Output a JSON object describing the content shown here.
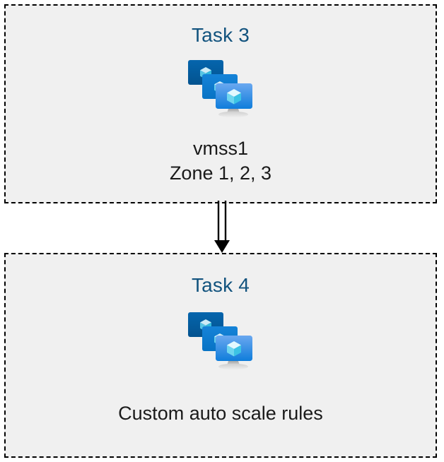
{
  "diagram": {
    "title_color": "#12537e",
    "box_fill": "#f0f0f0",
    "box_border_color": "#000000",
    "page_background": "#ffffff",
    "arrow_color": "#000000",
    "boxes": [
      {
        "id": "task-3",
        "title": "Task 3",
        "icon": "vmss-icon",
        "caption_lines": [
          "vmss1",
          "Zone 1, 2, 3"
        ]
      },
      {
        "id": "task-4",
        "title": "Task 4",
        "icon": "vmss-icon",
        "caption_lines": [
          "Custom auto scale rules"
        ]
      }
    ],
    "connector": {
      "name": "double-line-arrow",
      "from": "task-3",
      "to": "task-4",
      "direction": "down"
    },
    "icon_colors": {
      "monitor_back": "#005a9e",
      "monitor_mid": "#0078d4",
      "monitor_front_top": "#5ea0ef",
      "monitor_front_bottom": "#0f7ddb",
      "cube_light": "#c3f1ff",
      "cube_mid": "#9ae4f8",
      "cube_dark": "#32bedd",
      "stand_gray": "#a6a6a6"
    }
  }
}
